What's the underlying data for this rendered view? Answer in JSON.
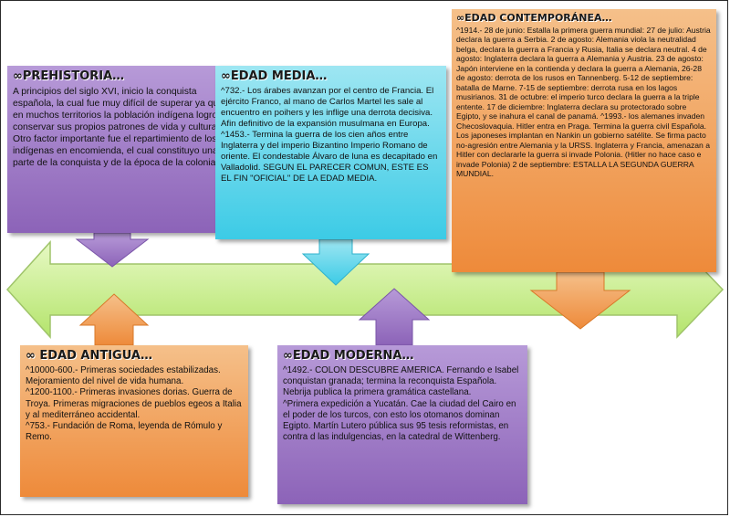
{
  "timeline": {
    "prehistoria": {
      "title": "∞PREHISTORIA…",
      "text": "A principios del siglo XVI, inicio la conquista española, la cual fue muy difícil de superar ya que en muchos territorios la población indígena logro conservar sus propios patrones de vida y cultura. Otro factor importante fue el repartimiento de los indígenas en encomienda, el cual constituyo una parte de la conquista y de la época de la colonia."
    },
    "edad_antigua": {
      "title": "∞ EDAD ANTIGUA…",
      "entries": [
        "^10000-600.- Primeras sociedades estabilizadas. Mejoramiento del nivel de vida humana.",
        "^1200-1100.- Primeras invasiones dorias. Guerra de Troya. Primeras migraciones de pueblos egeos a Italia y al mediterráneo accidental.",
        "^753.- Fundación de Roma, leyenda de Rómulo y Remo."
      ]
    },
    "edad_media": {
      "title": "∞EDAD MEDIA…",
      "entries": [
        "^732.- Los árabes avanzan por el centro de Francia. El ejército Franco, al mano de Carlos Martel les sale al encuentro en poihers y les inflige una derrota decisiva. Afin definitivo de la expansión musulmana en Europa.",
        "^1453.- Termina la guerra de los cien años entre Inglaterra y del imperio Bizantino Imperio Romano de oriente. El condestable Álvaro de luna es decapitado en Valladolid. SEGUN EL PARECER COMUN, ESTE ES EL FIN \"OFICIAL\" DE LA EDAD MEDIA."
      ]
    },
    "edad_moderna": {
      "title": "∞EDAD MODERNA…",
      "entries": [
        "^1492.- COLON DESCUBRE AMERICA. Fernando e Isabel conquistan granada; termina la reconquista Española. Nebrija publica la primera gramática castellana.",
        "^Primera expedición a Yucatán. Cae la ciudad del Cairo en el poder de los turcos, con esto los otomanos dominan Egipto. Martín Lutero pública sus 95 tesis reformistas, en contra d las indulgencias, en la catedral de Wittenberg."
      ]
    },
    "edad_contemporanea": {
      "title": "∞EDAD CONTEMPORÁNEA…",
      "text": "^1914.- 28 de junio: Estalla la primera guerra mundial: 27 de julio: Austria declara la guerra a Serbia. 2 de agosto: Alemania viola la neutralidad belga, declara la guerra a Francia y Rusia, Italia se declara neutral. 4 de agosto: Inglaterra declara la guerra a Alemania y Austria. 23 de agosto: Japón interviene en la contienda y declara la guerra a Alemania, 26-28 de agosto: derrota de los rusos en Tannenberg. 5-12 de septiembre: batalla de Marne. 7-15 de septiembre: derrota rusa en los lagos musirianos. 31 de octubre: el imperio turco declara la guerra a la triple entente. 17 de diciembre: Inglaterra declara su protectorado sobre Egipto, y se inahura el canal de panamá. ^1993.- los alemanes invaden Checoslovaquia. Hitler entra en Praga. Termina la guerra civil Española. Los japoneses implantan en Nankin un gobierno satélite. Se firma pacto no-agresión entre Alemania y la URSS. Inglaterra y Francia, amenazan a Hitler con declararle la guerra si invade Polonia. (Hitler no hace caso e invade Polonia) 2 de septiembre: ESTALLA LA SEGUNDA GUERRA MUNDIAL."
    }
  },
  "colors": {
    "timeline_arrow": "#c6ee8a",
    "prehistoria": "#9a74c4",
    "edad_antigua": "#f2a15c",
    "edad_media": "#5fd3ea",
    "edad_moderna": "#9a74c4",
    "edad_contemporanea": "#f2a15c"
  }
}
